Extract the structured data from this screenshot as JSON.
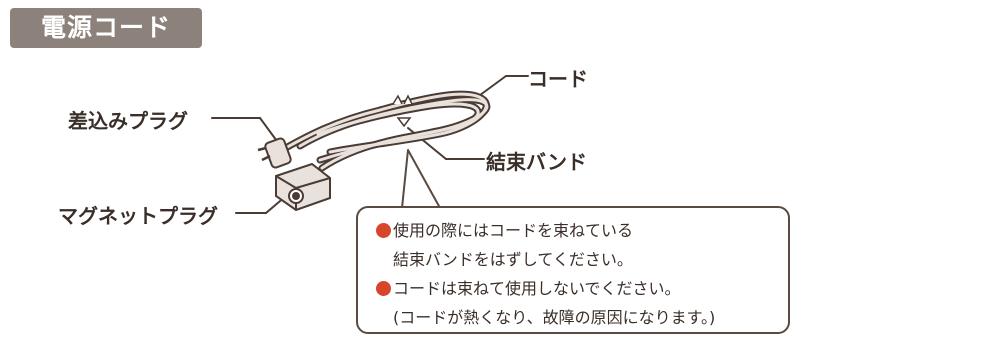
{
  "section_title": "電源コード",
  "labels": {
    "cord": "コード",
    "binding_band": "結束バンド",
    "plug": "差込みプラグ",
    "magnet_plug": "マグネットプラグ"
  },
  "notice": {
    "bullet1_line1": "使用の際にはコードを束ねている",
    "bullet1_line2": "結束バンドをはずしてください。",
    "bullet2_line1": "コードは束ねて使用しないでください。",
    "bullet2_line2": "(コードが熱くなり、故障の原因になります。)"
  },
  "colors": {
    "badge": "#8c817b",
    "text": "#3a2e28",
    "bullet": "#d7462b",
    "illustration_fill": "#e9e2dc",
    "illustration_stroke": "#4a3c34"
  }
}
